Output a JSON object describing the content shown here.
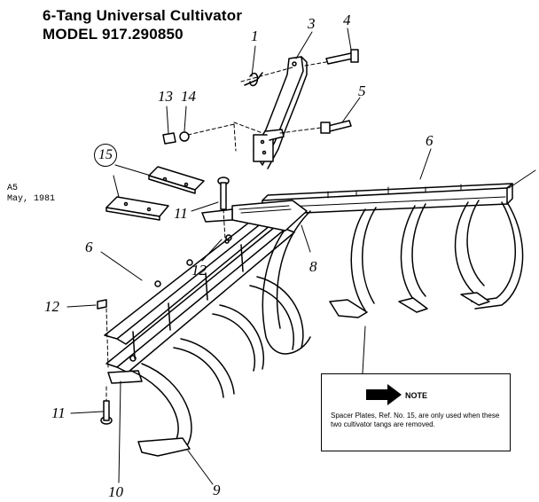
{
  "header": {
    "title": "6-Tang Universal Cultivator",
    "model": "MODEL 917.290850"
  },
  "side_note": {
    "code": "A5",
    "date": "May, 1981"
  },
  "callouts": {
    "c1": "1",
    "c3": "3",
    "c4": "4",
    "c5": "5",
    "c6a": "6",
    "c6b": "6",
    "c8": "8",
    "c9": "9",
    "c10": "10",
    "c11a": "11",
    "c11b": "11",
    "c12a": "12",
    "c12b": "12",
    "c13": "13",
    "c14": "14",
    "c15": "15"
  },
  "note": {
    "heading": "NOTE",
    "body": "Spacer Plates, Ref. No. 15, are only used when these two cultivator tangs are removed."
  }
}
